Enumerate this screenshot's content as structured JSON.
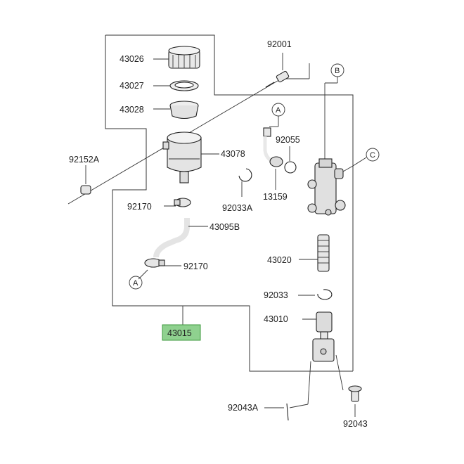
{
  "diagram": {
    "parts": {
      "p43026": "43026",
      "p43027": "43027",
      "p43028": "43028",
      "p92001": "92001",
      "p92152A": "92152A",
      "p43078": "43078",
      "p92055": "92055",
      "p92170_top": "92170",
      "p92170_bot": "92170",
      "p92033A": "92033A",
      "p13159": "13159",
      "p43095B": "43095B",
      "p43020": "43020",
      "p92033": "92033",
      "p43010": "43010",
      "p43015": "43015",
      "p92043A": "92043A",
      "p92043": "92043"
    },
    "refs": {
      "ref_b": "B",
      "ref_c": "C",
      "ref_a_top": "A",
      "ref_a_bot": "A"
    },
    "highlight_color": "#8fd18f"
  }
}
